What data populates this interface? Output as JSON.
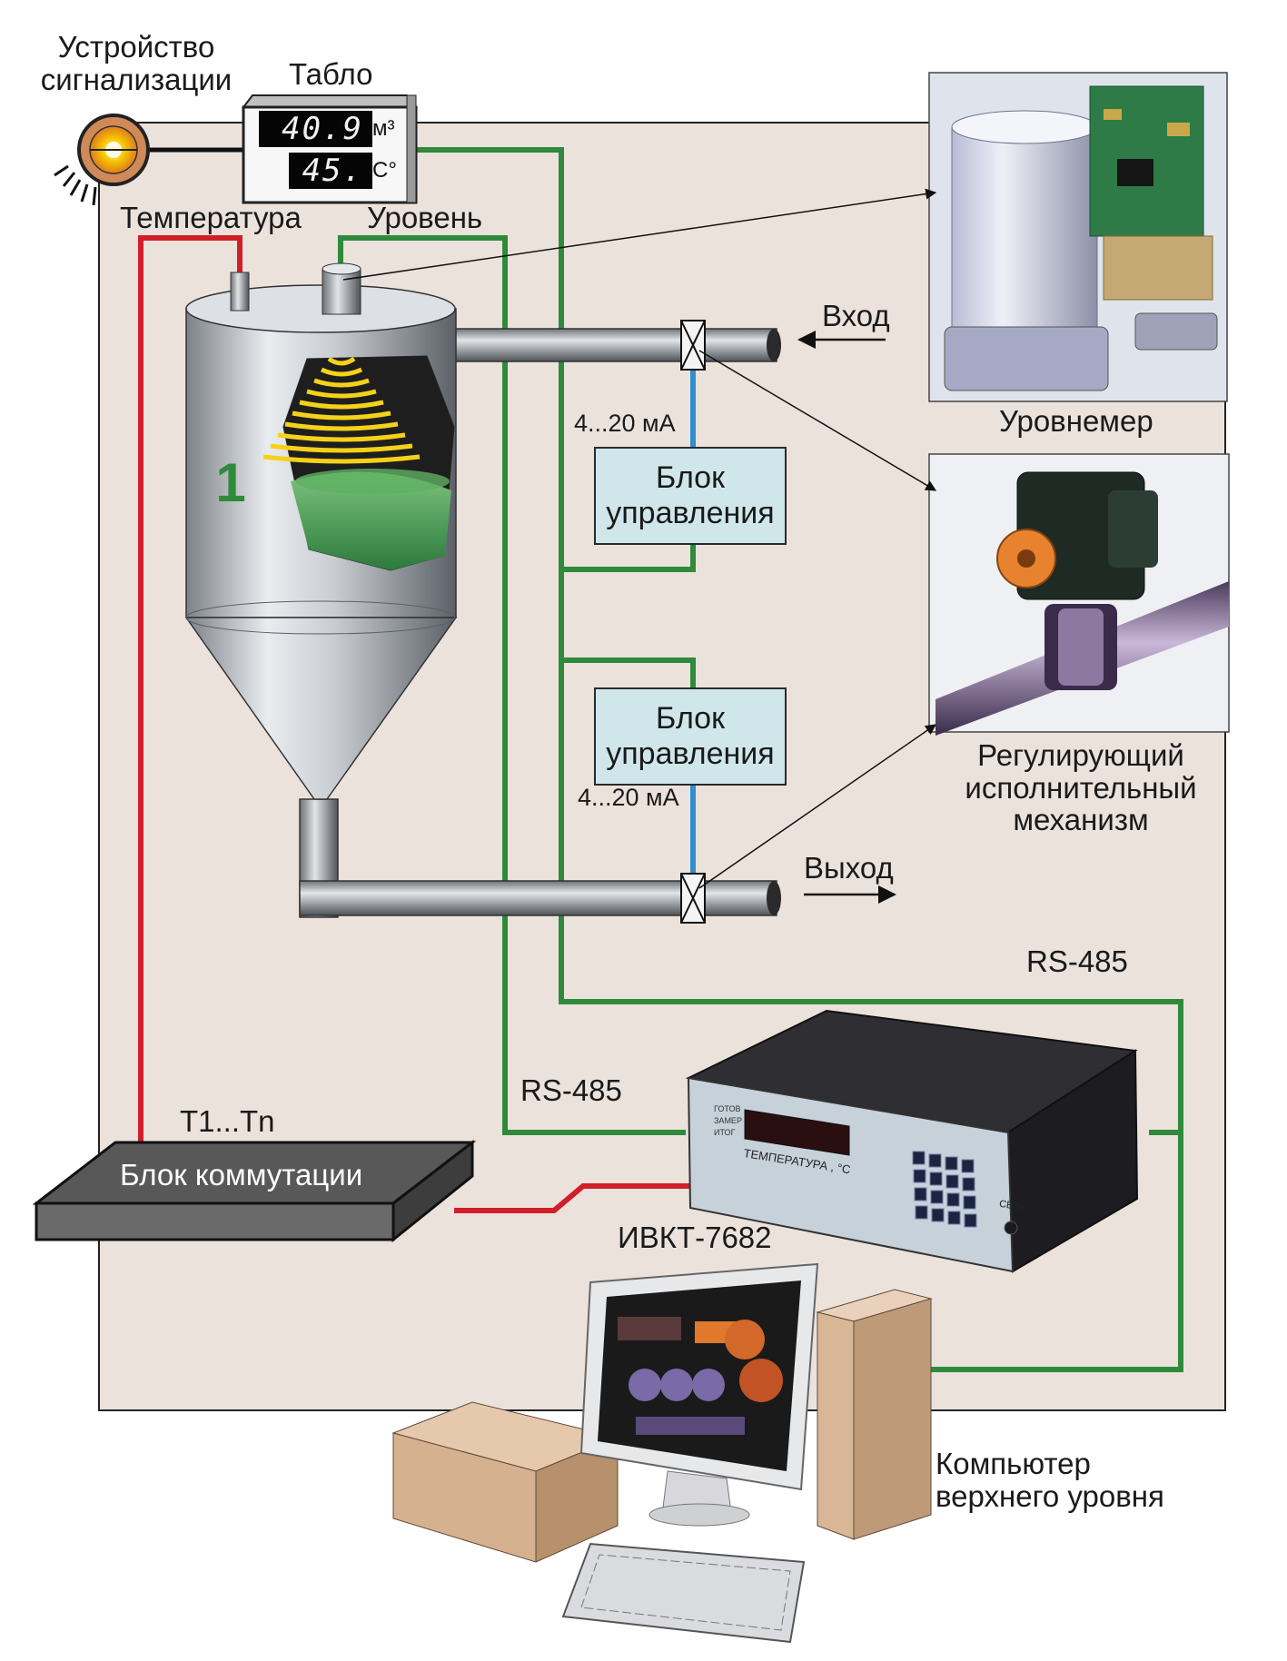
{
  "labels": {
    "alarm_device": [
      "Устройство",
      "сигнализации"
    ],
    "tablo": "Табло",
    "temperature": "Температура",
    "level": "Уровень",
    "tank_number": "1",
    "input": "Вход",
    "output": "Выход",
    "current_top": "4...20 мА",
    "current_bottom": "4...20 мА",
    "control_block_top": [
      "Блок",
      "управления"
    ],
    "control_block_bottom": [
      "Блок",
      "управления"
    ],
    "level_meter": "Уровнемер",
    "actuator": [
      "Регулирующий",
      "исполнительный",
      "механизм"
    ],
    "rs485_right": "RS-485",
    "rs485_left": "RS-485",
    "t_range": "Т1...Тn",
    "switch_block": "Блок коммутации",
    "ivkt": "ИВКТ-7682",
    "computer": [
      "Компьютер",
      "верхнего уровня"
    ]
  },
  "tablo_display": {
    "value1": "40.9",
    "unit1": "м³",
    "value2": "45.",
    "unit2": "С°"
  },
  "ivkt_panel": {
    "status_lines": [
      "ГОТОВ",
      "ЗАМЕР",
      "ИТОГ"
    ],
    "caption": "ТЕМПЕРАТУРА , °С",
    "power": "СЕТЬ"
  },
  "colors": {
    "background": "#ece2dc",
    "green_line": "#2f8a3c",
    "red_line": "#d11f2a",
    "blue_line": "#2f8fd0",
    "control_block_fill": "#cfe6ea"
  }
}
